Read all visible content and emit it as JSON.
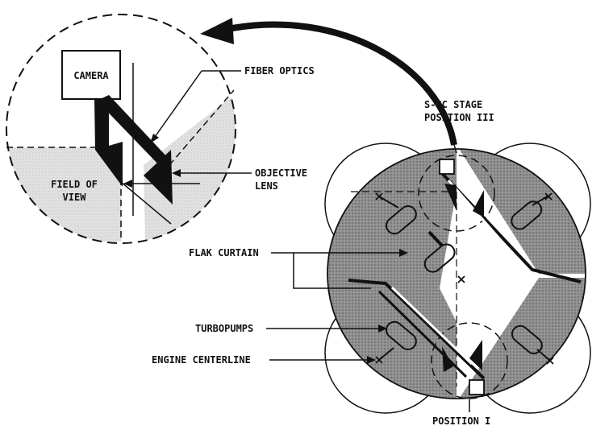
{
  "labels": {
    "camera": "CAMERA",
    "fiber_optics": "FIBER OPTICS",
    "stage_line1": "S-IC STAGE",
    "stage_line2": "POSITION III",
    "objective_line1": "OBJECTIVE",
    "objective_line2": "LENS",
    "fov_line1": "FIELD OF",
    "fov_line2": "VIEW",
    "flak_curtain": "FLAK CURTAIN",
    "turbopumps": "TURBOPUMPS",
    "engine_centerline": "ENGINE CENTERLINE",
    "position_1": "POSITION I"
  },
  "colors": {
    "ink": "#111111",
    "shade_dark": "#8c8c8c",
    "shade_light": "#d8d8d8",
    "background": "#ffffff"
  }
}
